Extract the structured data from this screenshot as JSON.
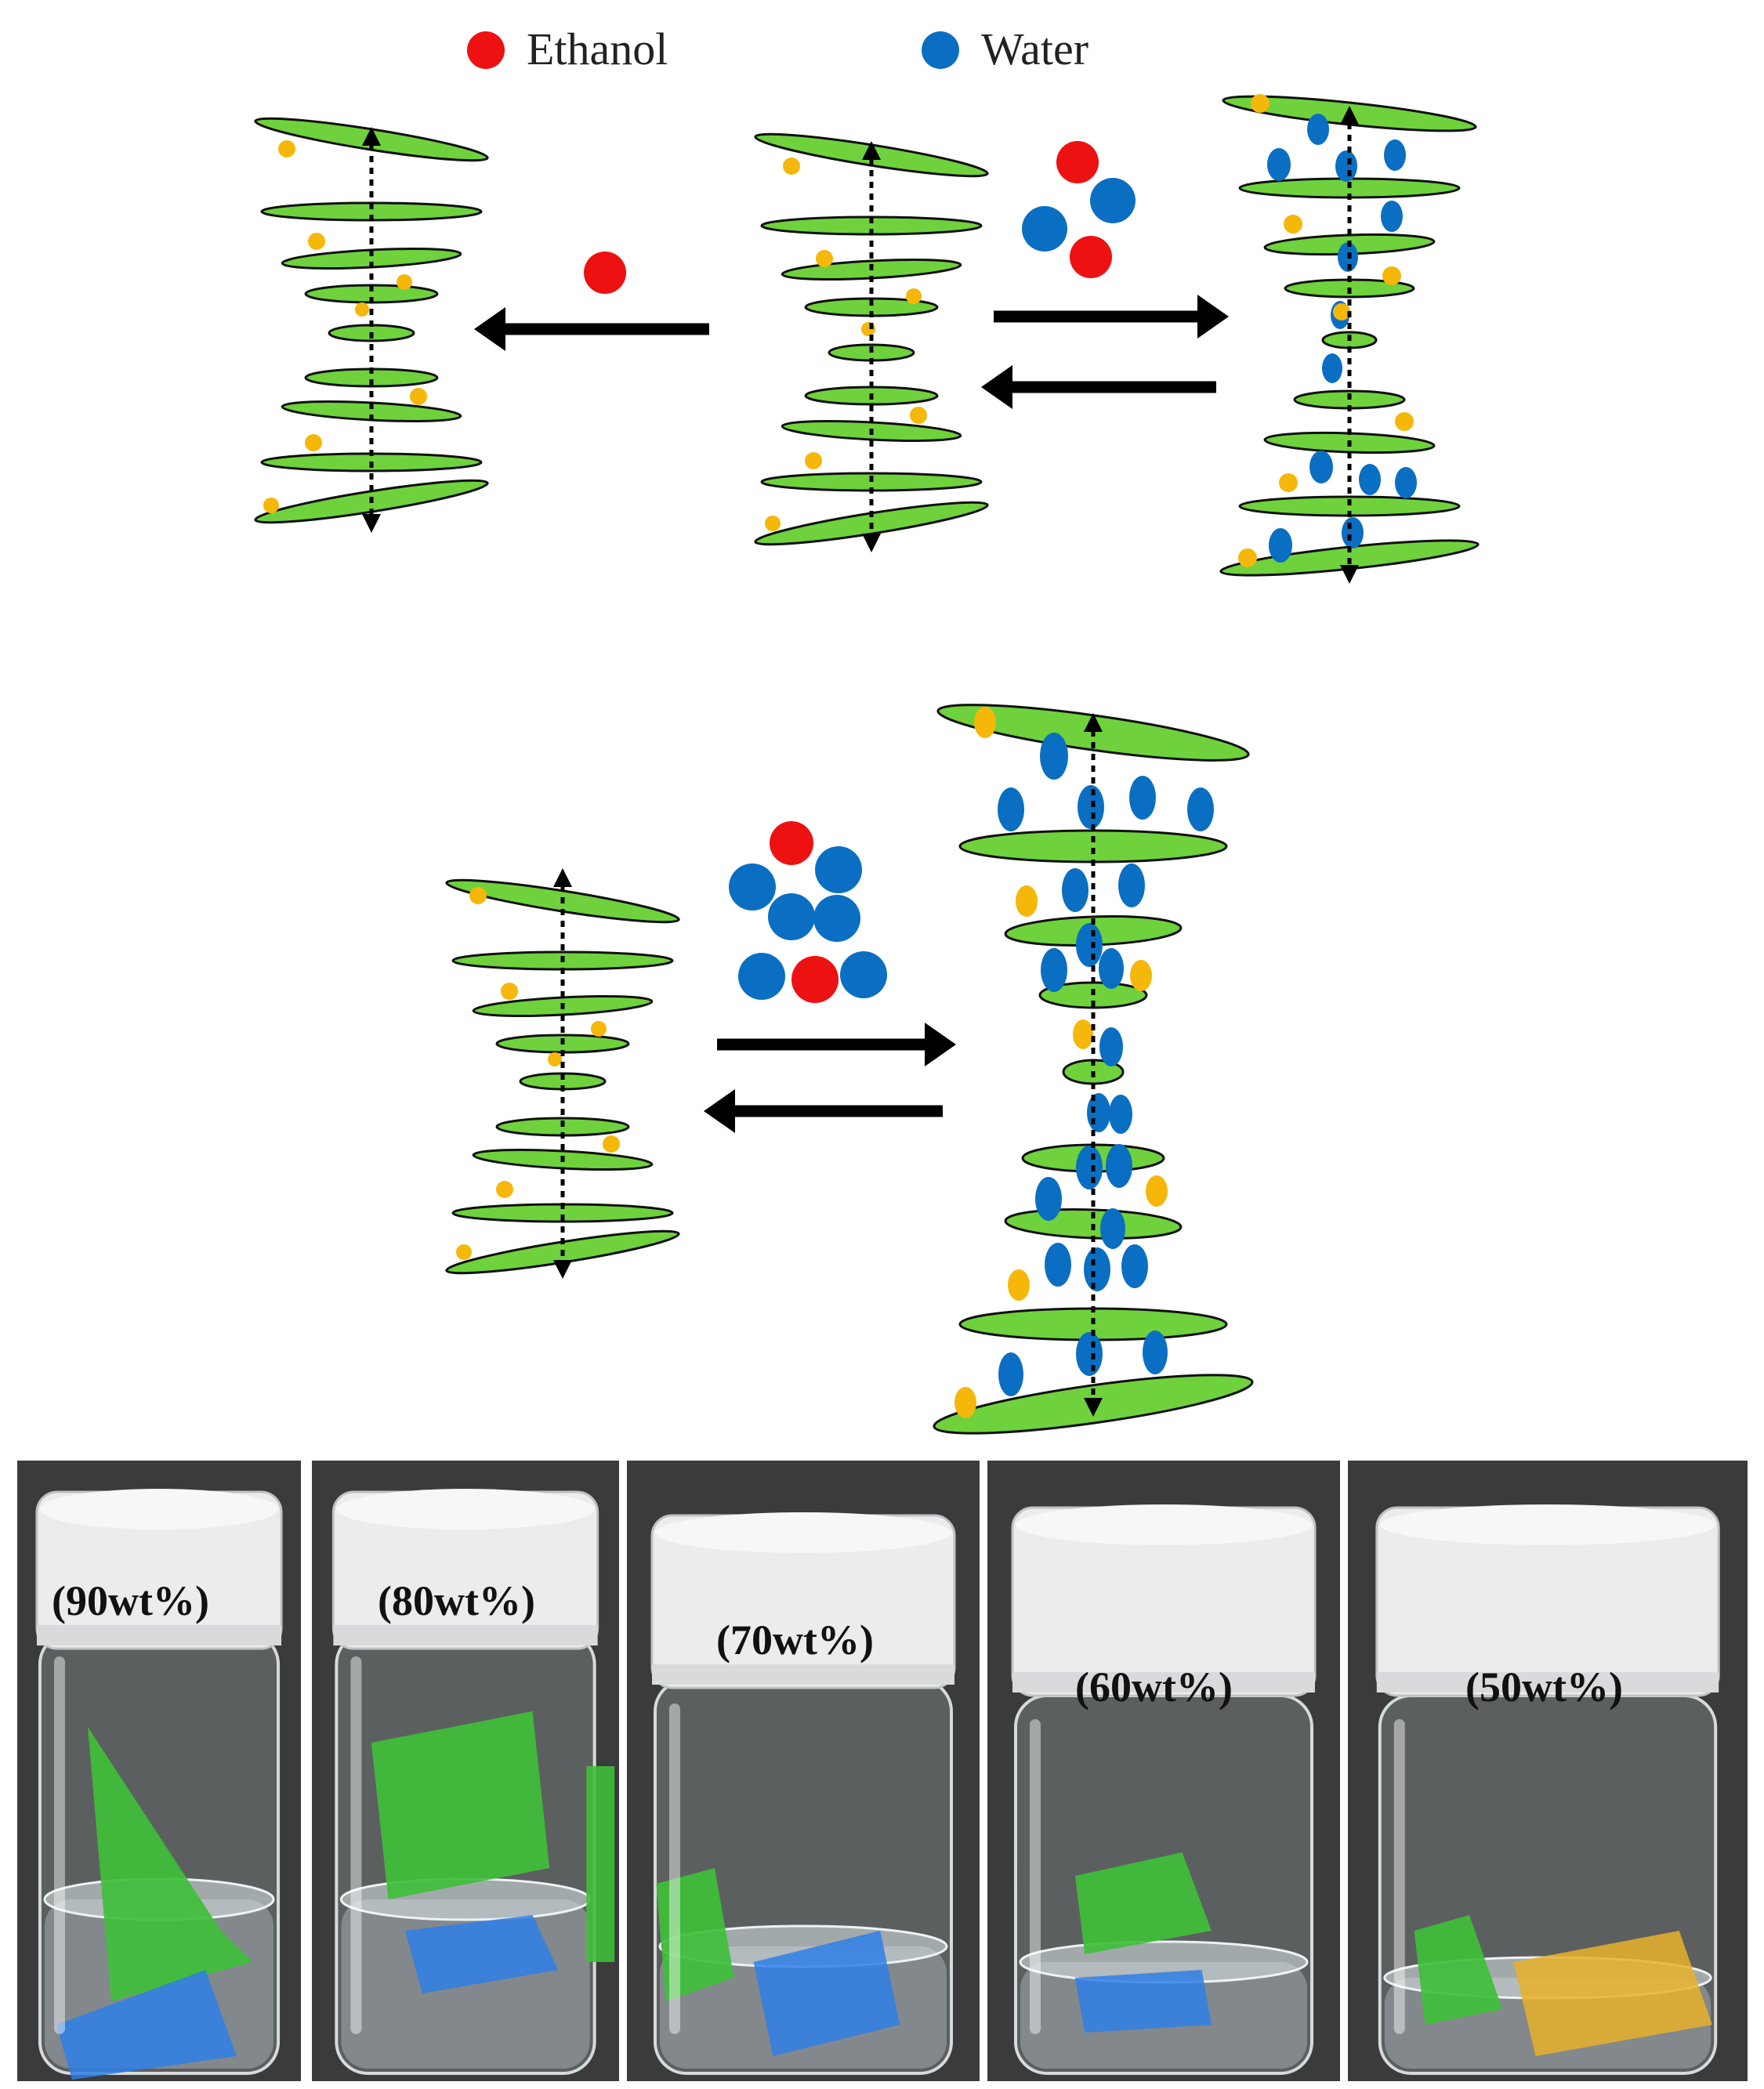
{
  "legend": {
    "ethanol_label": "Ethanol",
    "water_label": "Water",
    "ethanol_color": "#ee1111",
    "water_color": "#0a6fc2"
  },
  "colors": {
    "lamella_fill": "#6fd23c",
    "lamella_stroke": "#111111",
    "dopant_dot": "#f5b70a",
    "arrow": "#000000",
    "photo_background": "#3b3b3b",
    "cap": "#ececec",
    "film_green": "#3fbf3a",
    "film_iridescent_blue": "#2f7fe6",
    "film_iridescent_gold": "#e7b22a"
  },
  "photos": [
    {
      "label": "(90wt%)"
    },
    {
      "label": "(80wt%)"
    },
    {
      "label": "(70wt%)"
    },
    {
      "label": "(60wt%)"
    },
    {
      "label": "(50wt%)"
    }
  ]
}
